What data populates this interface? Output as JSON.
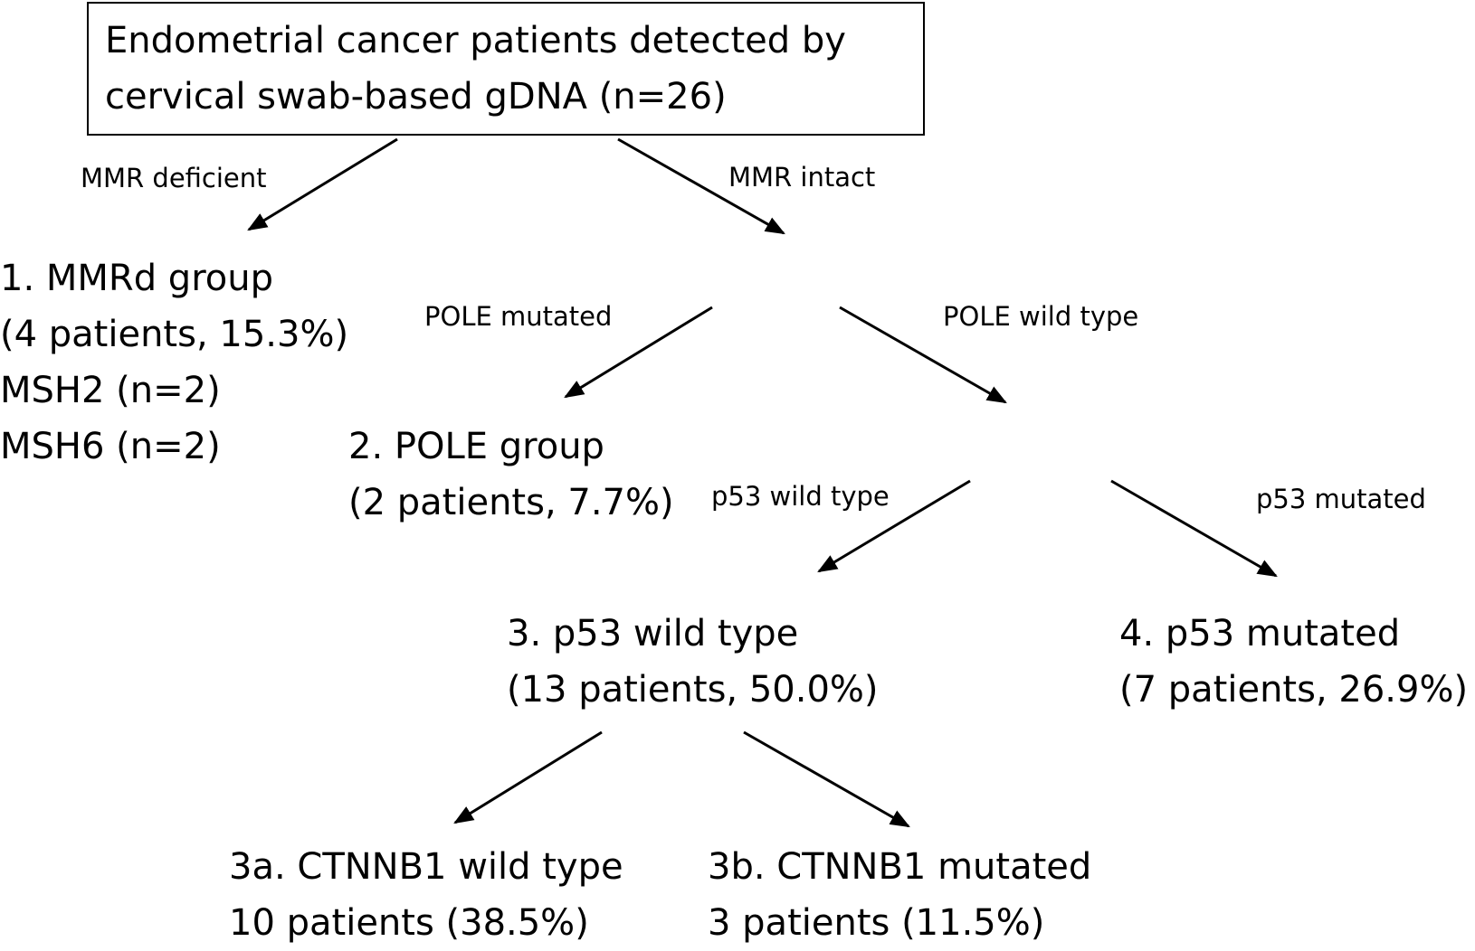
{
  "root": {
    "lines": [
      "Endometrial cancer patients detected by",
      "cervical swab-based gDNA (n=26)"
    ]
  },
  "edges": {
    "mmr_deficient": "MMR deficient",
    "mmr_intact": "MMR intact",
    "pole_mutated": "POLE mutated",
    "pole_wild_type": "POLE wild type",
    "p53_wild_type": "p53 wild type",
    "p53_mutated": "p53 mutated"
  },
  "groups": {
    "mmrd": {
      "title": "1. MMRd group",
      "count": "(4 patients, 15.3%)",
      "msh2": "MSH2 (n=2)",
      "msh6": "MSH6 (n=2)"
    },
    "pole": {
      "title": "2. POLE group",
      "count": "(2 patients, 7.7%)"
    },
    "p53wt": {
      "title": "3. p53 wild type",
      "count": "(13 patients, 50.0%)"
    },
    "p53mut": {
      "title": "4. p53 mutated",
      "count": "(7 patients, 26.9%)"
    },
    "ctnnb1wt": {
      "title": "3a. CTNNB1 wild type",
      "count": "10 patients (38.5%)"
    },
    "ctnnb1mut": {
      "title": "3b. CTNNB1 mutated",
      "count": "3 patients (11.5%)"
    }
  }
}
